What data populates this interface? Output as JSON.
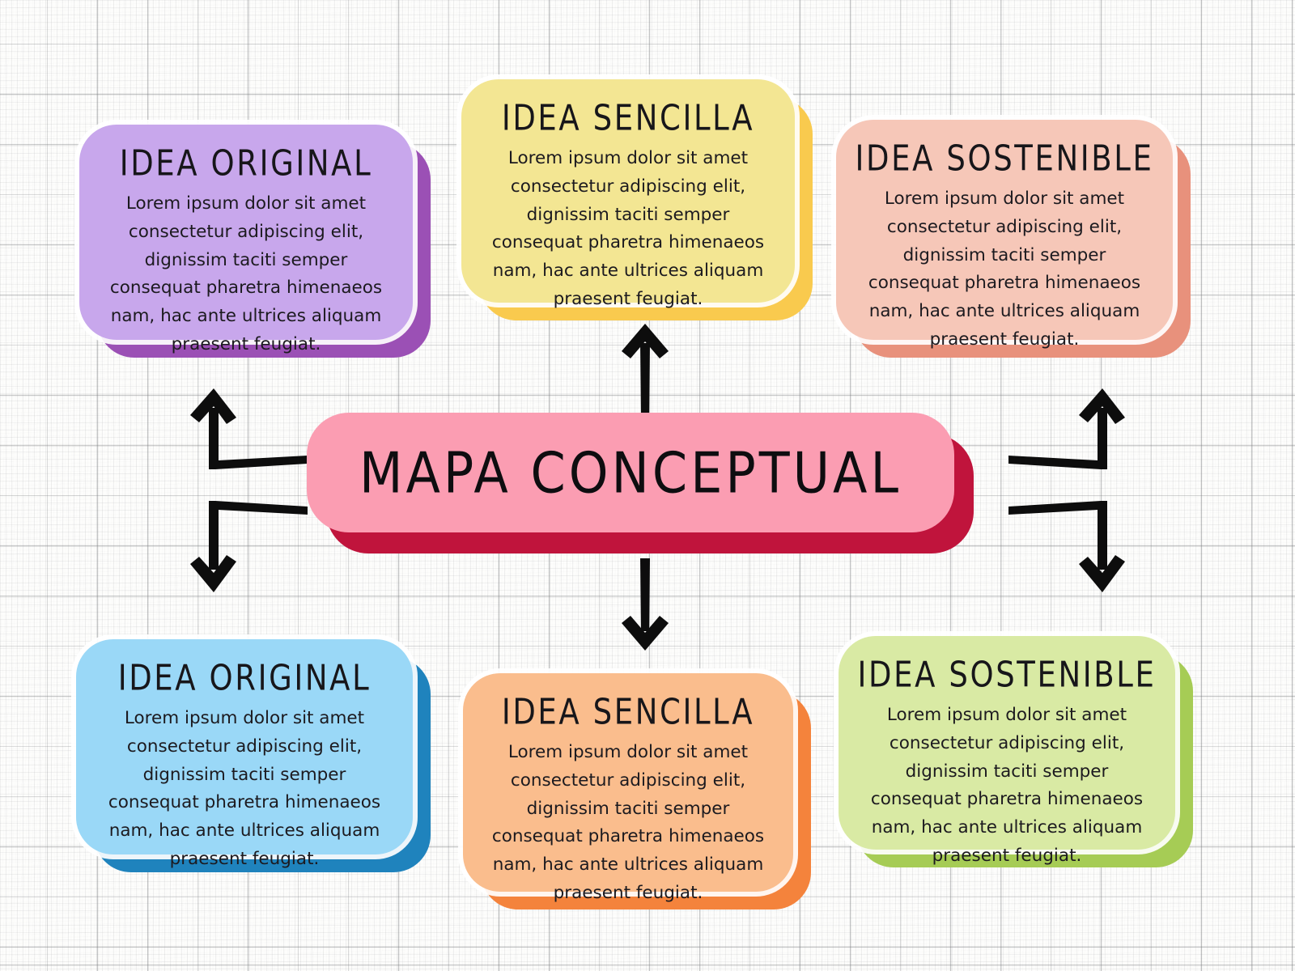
{
  "document": {
    "type": "concept-map",
    "center_title": "MAPA CONCEPTUAL",
    "background": "grid-paper"
  },
  "colors": {
    "purple_face": "#c8a7ec",
    "purple_shadow": "#9b50b5",
    "yellow_face": "#f3e693",
    "yellow_shadow": "#f9ca4e",
    "salmon_face": "#f6c7b8",
    "salmon_shadow": "#e8917c",
    "blue_face": "#9ad8f7",
    "blue_shadow": "#1f83bd",
    "orange_face": "#fabd8d",
    "orange_shadow": "#f4833c",
    "green_face": "#d9eaa4",
    "green_shadow": "#a6cc55",
    "hero_face": "#fb9db2",
    "hero_shadow": "#c0143c",
    "arrow": "#0d0d0d",
    "text": "#17161a",
    "paper": "#fdfdfc",
    "grid_line": "#7a7c7f"
  },
  "shared": {
    "body_text": "Lorem ipsum dolor sit amet consectetur adipiscing elit, dignissim taciti semper consequat pharetra himenaeos nam, hac ante ultrices aliquam praesent feugiat."
  },
  "center": {
    "label": "MAPA CONCEPTUAL"
  },
  "cards": [
    {
      "id": "top-left",
      "title": "IDEA ORIGINAL",
      "body": "Lorem ipsum dolor sit amet consectetur adipiscing elit, dignissim taciti semper consequat pharetra himenaeos nam, hac ante ultrices aliquam praesent feugiat.",
      "face_color": "#c8a7ec",
      "shadow_color": "#9b50b5"
    },
    {
      "id": "top-center",
      "title": "IDEA SENCILLA",
      "body": "Lorem ipsum dolor sit amet consectetur adipiscing elit, dignissim taciti semper consequat pharetra himenaeos nam, hac ante ultrices aliquam praesent feugiat.",
      "face_color": "#f3e693",
      "shadow_color": "#f9ca4e"
    },
    {
      "id": "top-right",
      "title": "IDEA SOSTENIBLE",
      "body": "Lorem ipsum dolor sit amet consectetur adipiscing elit, dignissim taciti semper consequat pharetra himenaeos nam, hac ante ultrices aliquam praesent feugiat.",
      "face_color": "#f6c7b8",
      "shadow_color": "#e8917c"
    },
    {
      "id": "bottom-left",
      "title": "IDEA ORIGINAL",
      "body": "Lorem ipsum dolor sit amet consectetur adipiscing elit, dignissim taciti semper consequat pharetra himenaeos nam, hac ante ultrices aliquam praesent feugiat.",
      "face_color": "#9ad8f7",
      "shadow_color": "#1f83bd"
    },
    {
      "id": "bottom-center",
      "title": "IDEA SENCILLA",
      "body": "Lorem ipsum dolor sit amet consectetur adipiscing elit, dignissim taciti semper consequat pharetra himenaeos nam, hac ante ultrices aliquam praesent feugiat.",
      "face_color": "#fabd8d",
      "shadow_color": "#f4833c"
    },
    {
      "id": "bottom-right",
      "title": "IDEA SOSTENIBLE",
      "body": "Lorem ipsum dolor sit amet consectetur adipiscing elit, dignissim taciti semper consequat pharetra himenaeos nam, hac ante ultrices aliquam praesent feugiat.",
      "face_color": "#d9eaa4",
      "shadow_color": "#a6cc55"
    }
  ],
  "connectors": [
    {
      "id": "center-to-top-left",
      "icon": "elbow-arrow-up-left",
      "from": "center",
      "to": "top-left"
    },
    {
      "id": "center-to-bottom-left",
      "icon": "elbow-arrow-down-left",
      "from": "center",
      "to": "bottom-left"
    },
    {
      "id": "center-to-top-center",
      "icon": "arrow-up",
      "from": "center",
      "to": "top-center"
    },
    {
      "id": "center-to-bottom-center",
      "icon": "arrow-down",
      "from": "center",
      "to": "bottom-center"
    },
    {
      "id": "center-to-top-right",
      "icon": "elbow-arrow-up-right",
      "from": "center",
      "to": "top-right"
    },
    {
      "id": "center-to-bottom-right",
      "icon": "elbow-arrow-down-right",
      "from": "center",
      "to": "bottom-right"
    }
  ]
}
